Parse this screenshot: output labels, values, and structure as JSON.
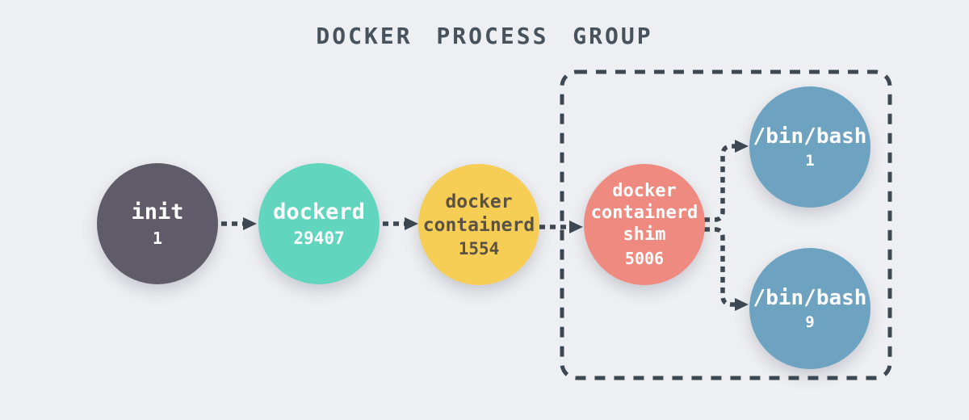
{
  "title": "DOCKER PROCESS GROUP",
  "diagram_type": "process-tree",
  "nodes": [
    {
      "id": "init",
      "name": "init",
      "pid": "1",
      "fill": "#5f5b68",
      "text_color": "#ffffff"
    },
    {
      "id": "dockerd",
      "name": "dockerd",
      "pid": "29407",
      "fill": "#62d5be",
      "text_color": "#ffffff"
    },
    {
      "id": "docker-containerd",
      "name": "docker containerd",
      "pid": "1554",
      "fill": "#f6cd55",
      "text_color": "#5a5244"
    },
    {
      "id": "docker-containerd-shim",
      "name": "docker containerd shim",
      "pid": "5006",
      "fill": "#ef8a80",
      "text_color": "#ffffff"
    },
    {
      "id": "bin-bash-1",
      "name": "/bin/bash",
      "pid": "1",
      "fill": "#6da2c0",
      "text_color": "#ffffff"
    },
    {
      "id": "bin-bash-9",
      "name": "/bin/bash",
      "pid": "9",
      "fill": "#6da2c0",
      "text_color": "#ffffff"
    }
  ],
  "edges": [
    {
      "from": "init",
      "to": "dockerd",
      "style": "dashed-arrow"
    },
    {
      "from": "dockerd",
      "to": "docker-containerd",
      "style": "dashed-arrow"
    },
    {
      "from": "docker-containerd",
      "to": "docker-containerd-shim",
      "style": "dashed-arrow"
    },
    {
      "from": "docker-containerd-shim",
      "to": "bin-bash-1",
      "style": "dashed-arrow"
    },
    {
      "from": "docker-containerd-shim",
      "to": "bin-bash-9",
      "style": "dashed-arrow"
    }
  ],
  "group_box": {
    "style": "dashed-rounded-rect",
    "contains": [
      "docker-containerd-shim",
      "bin-bash-1",
      "bin-bash-9"
    ]
  },
  "colors": {
    "background": "#edeff2",
    "line": "#3d4852",
    "title": "#47525c"
  }
}
